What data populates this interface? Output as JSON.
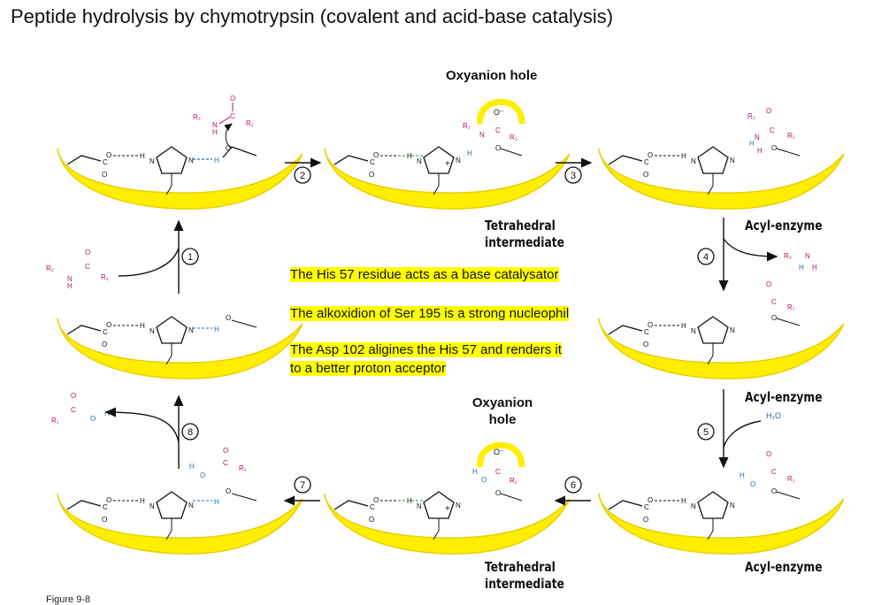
{
  "title": "Peptide hydrolysis by chymotrypsin (covalent and acid-base catalysis)",
  "labels": {
    "oxyanion_hole_top": "Oxyanion hole",
    "oxyanion_hole_bottom_1": "Oxyanion",
    "oxyanion_hole_bottom_2": "hole",
    "tetrahedral_1": "Tetrahedral",
    "intermediate": "intermediate",
    "acyl_enzyme": "Acyl-enzyme",
    "figure": "Figure 9-8"
  },
  "steps": [
    "1",
    "2",
    "3",
    "4",
    "5",
    "6",
    "7",
    "8"
  ],
  "notes": [
    "The His 57 residue acts as a base catalysator",
    "The alkoxidion of Ser 195 is a strong nucleophil",
    "The Asp 102 aligines the His 57 and renders it",
    "to a better proton acceptor"
  ],
  "colors": {
    "enzyme": "#ffee00",
    "enzyme_edge": "#e6c800",
    "substrate": "#b0126a",
    "water": "#1f6fb5",
    "hbond": "#2a8f2a",
    "highlight": "#ffff00"
  }
}
